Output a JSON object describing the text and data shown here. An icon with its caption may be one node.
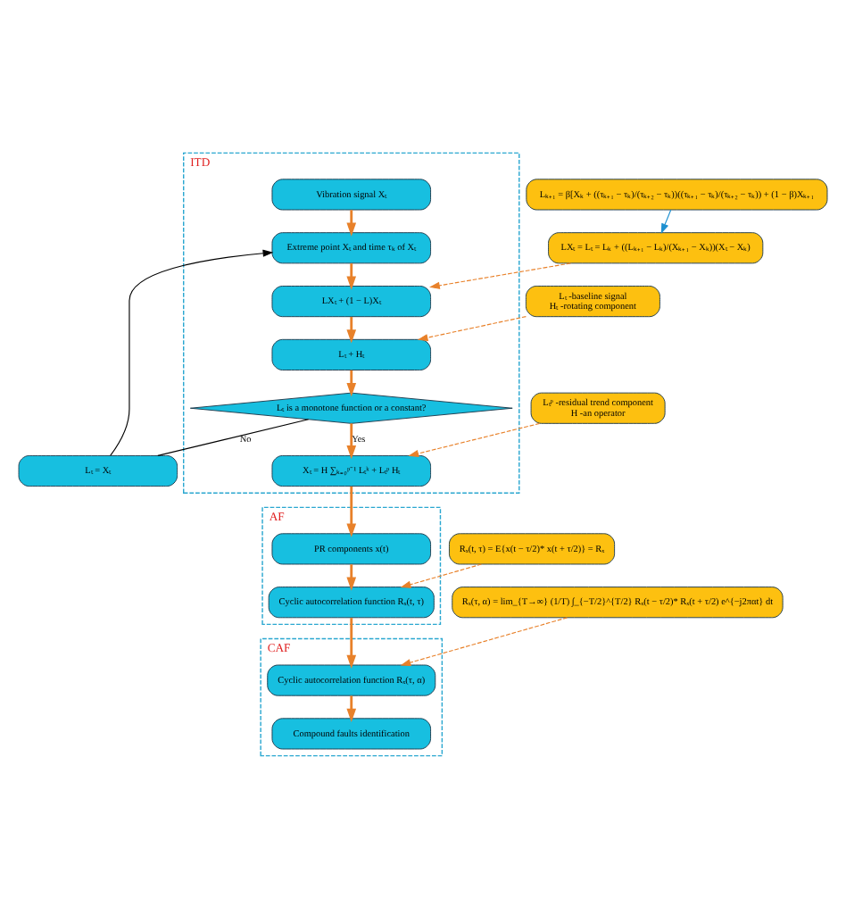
{
  "diagram": {
    "nodes": [
      {
        "text": [
          "ITD"
        ]
      },
      {
        "text": [
          "Vibration signal Xₜ"
        ],
        "in": 0
      },
      {
        "text": [
          "Extreme point Xₜ and time τₖ of Xₜ"
        ],
        "in": 0
      },
      {
        "text": [
          "LXₜ + (1 − L)Xₜ"
        ],
        "in": 0
      },
      {
        "text": [
          "Lₜ + Hₜ"
        ],
        "in": 0
      },
      {
        "text": [
          "Lₜ is a monotone function or a constant?"
        ],
        "in": 0
      },
      {
        "text": [
          "Xₜ = H ∑ₖ₌₀ᵖ⁻¹ Lₜᵏ + Lₜᵖ Hₜ"
        ],
        "in": 0
      },
      {
        "text": [
          "Lₜ = Xₜ"
        ]
      },
      {
        "text": [
          "AF"
        ]
      },
      {
        "text": [
          "PR components x(t)"
        ],
        "in": 8
      },
      {
        "text": [
          "Cyclic autocorrelation function Rₓ(t, τ)"
        ],
        "in": 8
      },
      {
        "text": [
          "CAF"
        ]
      },
      {
        "text": [
          "Cyclic autocorrelation function Rₓ(τ, α)"
        ],
        "in": 11
      },
      {
        "text": [
          "Compound faults identification"
        ],
        "in": 11
      },
      {
        "text": [
          "LXₜ = Lₜ = Lₖ + ((Lₖ₊₁ − Lₖ)/(Xₖ₊₁ − Xₖ))(Xₜ − Xₖ)"
        ]
      },
      {
        "text": [
          "Lₖ₊₁ = β[Xₖ + ((τₖ₊₁ − τₖ)/(τₖ₊₂ − τₖ))((τₖ₊₁ − τₖ)/(τₖ₊₂ − τₖ)) + (1 − β)Xₖ₊₁"
        ]
      },
      {
        "text": [
          "Lₜ -baseline signal",
          "Hₜ -rotating component"
        ]
      },
      {
        "text": [
          "Lₜᵖ -residual trend component",
          "H -an operator"
        ]
      },
      {
        "text": [
          "Rₓ(t, τ) = E{x(t − τ/2)* x(t + τ/2)} = Rₓ"
        ]
      },
      {
        "text": [
          "Rₓ(τ, α) = lim_{T→∞} (1/T) ∫_{−T/2}^{T/2} Rₓ(t − τ/2)* Rₓ(t + τ/2) e^{−j2παt} dt"
        ]
      }
    ],
    "edges": [
      {
        "from": 1,
        "to": 2,
        "arrow": "to"
      },
      {
        "from": 2,
        "to": 3,
        "arrow": "to"
      },
      {
        "from": 3,
        "to": 4,
        "arrow": "to"
      },
      {
        "from": 4,
        "to": 5,
        "arrow": "to"
      },
      {
        "from": 5,
        "to": 6,
        "arrow": "to",
        "label": "Yes"
      },
      {
        "from": 6,
        "to": 9,
        "arrow": "to"
      },
      {
        "from": 9,
        "to": 10,
        "arrow": "to"
      },
      {
        "from": 10,
        "to": 12,
        "arrow": "to"
      },
      {
        "from": 12,
        "to": 13,
        "arrow": "to"
      },
      {
        "from": 5,
        "to": 7,
        "arrow": "none",
        "label": "No",
        "color": "#000000"
      },
      {
        "from": 7,
        "to": 2,
        "arrow": "to",
        "color": "#000000"
      },
      {
        "from": 15,
        "to": 14,
        "arrow": "to",
        "color": "#1e90d0"
      },
      {
        "from": 14,
        "to": 3,
        "arrow": "to",
        "style": "dashed",
        "color": "#e8812a"
      },
      {
        "from": 16,
        "to": 4,
        "arrow": "to",
        "style": "dashed",
        "color": "#e8812a"
      },
      {
        "from": 17,
        "to": 6,
        "arrow": "to",
        "style": "dashed",
        "color": "#e8812a"
      },
      {
        "from": 18,
        "to": 10,
        "arrow": "to",
        "style": "dashed",
        "color": "#e8812a"
      },
      {
        "from": 19,
        "to": 12,
        "arrow": "to",
        "style": "dashed",
        "color": "#e8812a"
      }
    ]
  }
}
